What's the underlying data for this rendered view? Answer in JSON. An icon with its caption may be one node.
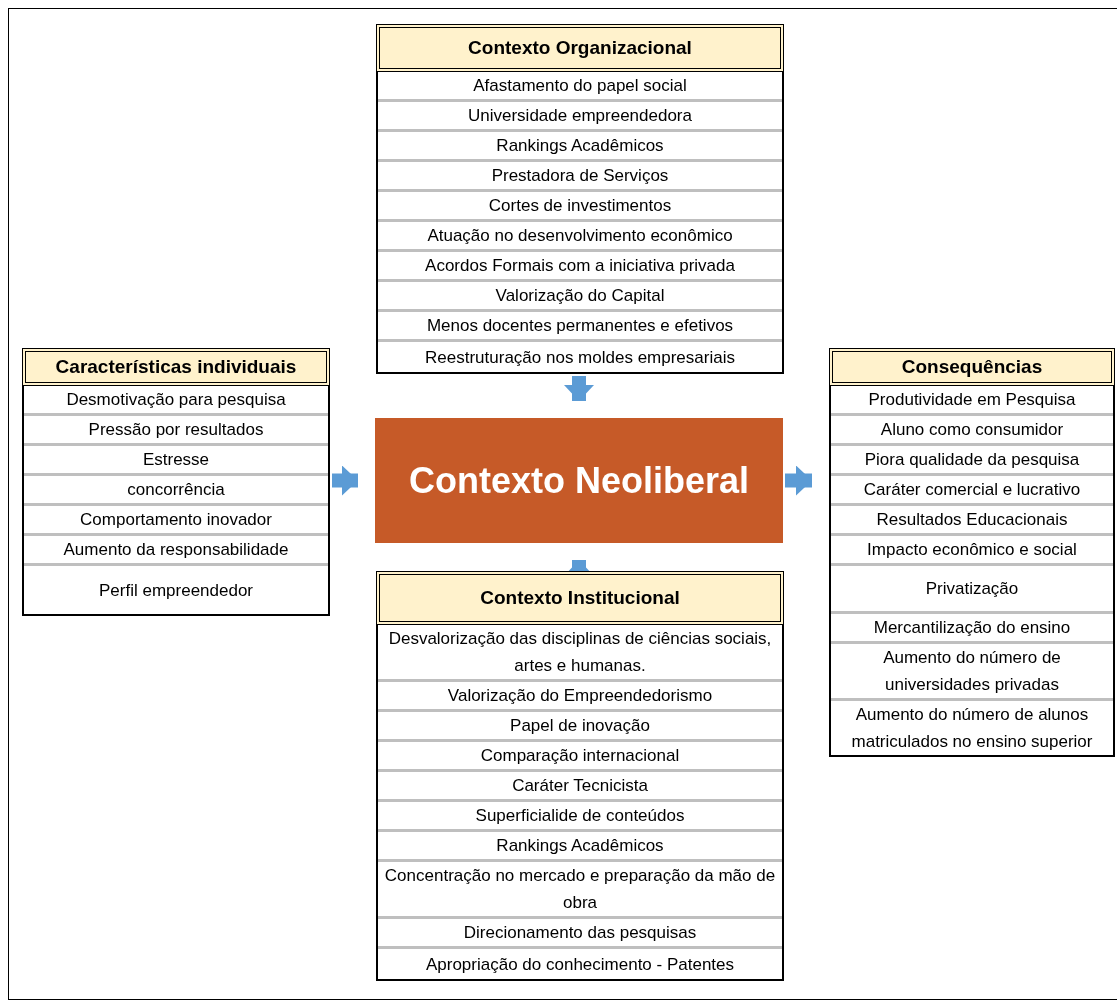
{
  "diagram": {
    "nodes": [
      {
        "text": [
          "Contexto Organizacional",
          "Afastamento do papel social",
          "Universidade empreendedora",
          "Rankings Acadêmicos",
          "Prestadora de Serviços",
          "Cortes de investimentos",
          "Atuação no desenvolvimento econômico",
          "Acordos Formais com a iniciativa privada",
          "Valorização do Capital",
          "Menos docentes permanentes e efetivos",
          "Reestruturação nos moldes empresariais"
        ]
      },
      {
        "text": [
          "Características individuais",
          "Desmotivação para pesquisa",
          "Pressão por resultados",
          "Estresse",
          "concorrência",
          "Comportamento inovador",
          "Aumento da responsabilidade",
          "Perfil empreendedor"
        ]
      },
      {
        "text": [
          "Contexto Neoliberal"
        ]
      },
      {
        "text": [
          "Consequências",
          "Produtividade  em Pesquisa",
          "Aluno como consumidor",
          "Piora qualidade da pesquisa",
          "Caráter comercial e lucrativo",
          "Resultados Educacionais",
          "Impacto econômico e social",
          "Privatização",
          "Mercantilização do ensino",
          "Aumento do número de universidades privadas",
          "Aumento do número de alunos matriculados no ensino superior"
        ]
      },
      {
        "text": [
          "Contexto Institucional",
          "Desvalorização das disciplinas de ciências sociais, artes e humanas.",
          "Valorização do Empreendedorismo",
          "Papel de inovação",
          "Comparação internacional",
          "Caráter Tecnicista",
          "Superficialide de conteúdos",
          "Rankings Acadêmicos",
          "Concentração no mercado e preparação da mão de obra",
          "Direcionamento das pesquisas",
          "Apropriação do conhecimento - Patentes"
        ]
      }
    ],
    "edges": [
      {
        "from": 0,
        "to": 2,
        "arrow": "to"
      },
      {
        "from": 1,
        "to": 2,
        "arrow": "to"
      },
      {
        "from": 2,
        "to": 3,
        "arrow": "to"
      },
      {
        "from": 4,
        "to": 2,
        "arrow": "to"
      }
    ]
  }
}
